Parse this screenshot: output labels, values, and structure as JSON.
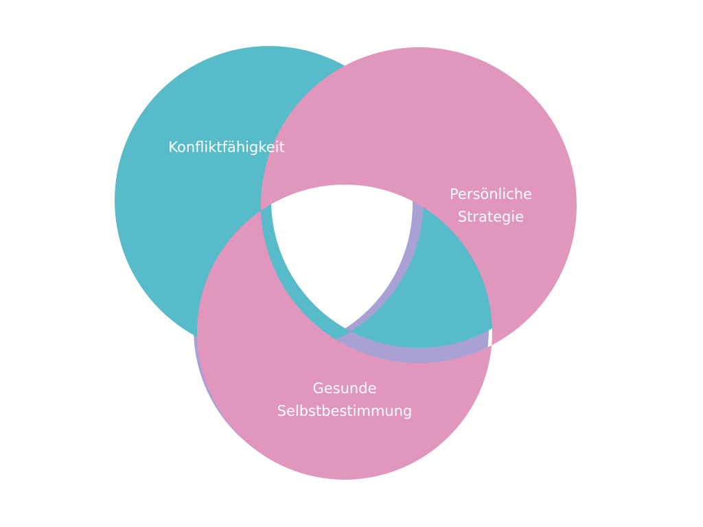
{
  "colors": {
    "background": "#ffffff",
    "konfliktfaehigkeit": "#a7a1d4",
    "persoenliche_strategie": "#57bbca",
    "gesunde_selbstbestimmung": "#e196bd",
    "label_text": "#ffffff"
  },
  "segments": {
    "konfliktfaehigkeit": {
      "lines": [
        "Konfliktfähigkeit"
      ]
    },
    "persoenliche_strategie": {
      "lines": [
        "Persönliche",
        "Strategie"
      ]
    },
    "gesunde_selbstbestimmung": {
      "lines": [
        "Gesunde",
        "Selbstbestimmung"
      ]
    }
  }
}
